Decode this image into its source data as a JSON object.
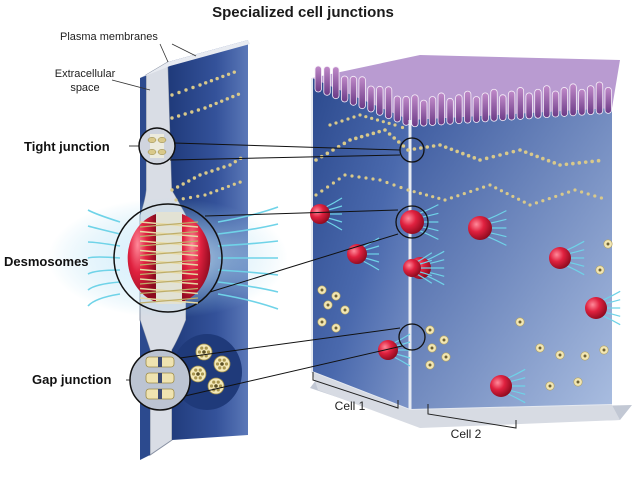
{
  "title": "Specialized cell junctions",
  "labels": {
    "plasma_membranes": "Plasma membranes",
    "extracellular_line1": "Extracellular",
    "extracellular_line2": "space",
    "tight_junction": "Tight junction",
    "desmosomes": "Desmosomes",
    "gap_junction": "Gap junction",
    "cell1": "Cell 1",
    "cell2": "Cell 2"
  },
  "colors": {
    "cell_blue_dark": "#1f3a7a",
    "cell_blue_mid": "#4a69ad",
    "cell_blue_light": "#a9bde0",
    "membrane_grey": "#c7cbd3",
    "desmosome_red": "#c8102e",
    "junction_beads": "#d9c98a",
    "filament_cyan": "#6fd3e8",
    "microvilli_purple": "#8a4f9c"
  },
  "icons": {
    "tight_junction_magnifier": "circle-magnifier-icon",
    "desmosome_magnifier": "circle-magnifier-icon",
    "gap_junction_magnifier": "circle-magnifier-icon"
  }
}
